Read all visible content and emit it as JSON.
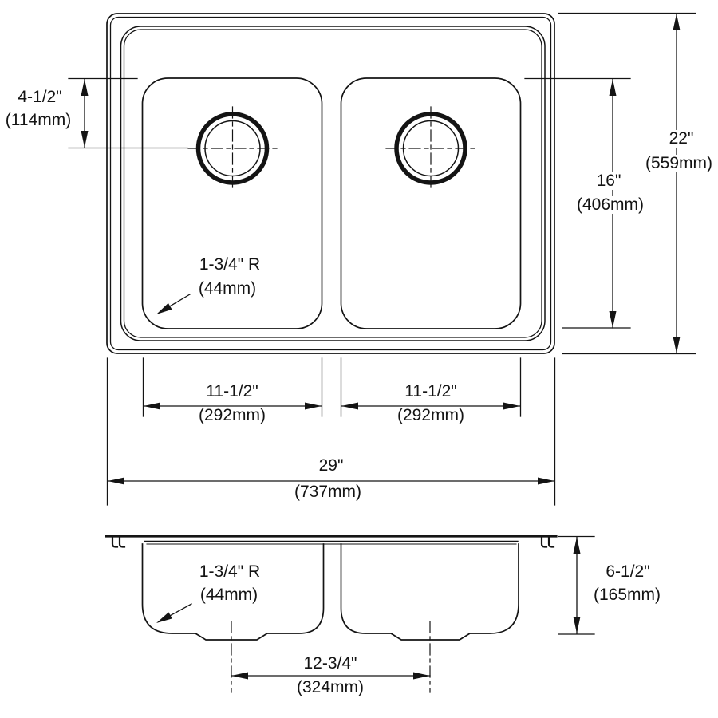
{
  "drawing_title": "double-bowl-sink-dimension-diagram",
  "colors": {
    "line": "#141414",
    "background": "#ffffff"
  },
  "top_view": {
    "drain_offset_in": "4-1/2\"",
    "drain_offset_mm": "(114mm)",
    "bowl_length_in": "16\"",
    "bowl_length_mm": "(406mm)",
    "overall_depth_in": "22\"",
    "overall_depth_mm": "(559mm)",
    "corner_radius_in": "1-3/4\" R",
    "corner_radius_mm": "(44mm)",
    "left_bowl_width_in": "11-1/2\"",
    "left_bowl_width_mm": "(292mm)",
    "right_bowl_width_in": "11-1/2\"",
    "right_bowl_width_mm": "(292mm)",
    "overall_width_in": "29\"",
    "overall_width_mm": "(737mm)"
  },
  "side_view": {
    "corner_radius_in": "1-3/4\" R",
    "corner_radius_mm": "(44mm)",
    "sink_height_in": "6-1/2\"",
    "sink_height_mm": "(165mm)",
    "drain_spacing_in": "12-3/4\"",
    "drain_spacing_mm": "(324mm)"
  }
}
